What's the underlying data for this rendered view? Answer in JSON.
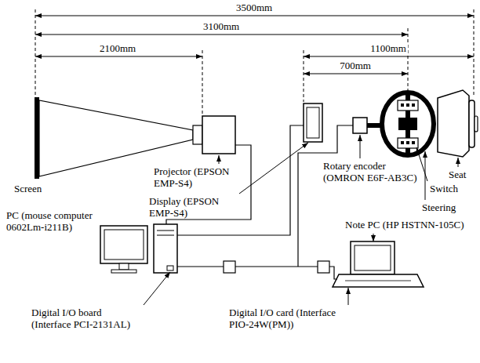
{
  "diagram": {
    "labels": [
      "3500mm",
      "3100mm",
      "2100mm",
      "1100mm",
      "700mm",
      "Screen",
      "Projector (EPSON EMP-S4)",
      "Display (EPSON EMP-S4)",
      "Rotary encoder (OMRON E6F-AB3C)",
      "Switch",
      "Steering",
      "Seat",
      "PC (mouse computer 0602Lm-i211B)",
      "Digital I/O board (Interface PCI-2131AL)",
      "Note PC (HP HSTNN-105C)",
      "Digital I/O card (Interface PIO-24W(PM))"
    ]
  }
}
